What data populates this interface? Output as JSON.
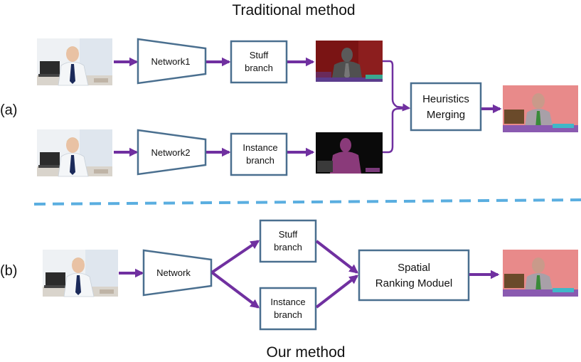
{
  "titles": {
    "traditional": "Traditional method",
    "ours": "Our method"
  },
  "row_labels": {
    "a": "(a)",
    "b": "(b)"
  },
  "traditional": {
    "network1": "Network1",
    "network2": "Network2",
    "stuff_branch": [
      "Stuff",
      "branch"
    ],
    "instance_branch": [
      "Instance",
      "branch"
    ],
    "merging": [
      "Heuristics",
      "Merging"
    ]
  },
  "ours": {
    "network": "Network",
    "stuff_branch": [
      "Stuff",
      "branch"
    ],
    "instance_branch": [
      "Instance",
      "branch"
    ],
    "ranking": [
      "Spatial",
      "Ranking Moduel"
    ]
  },
  "colors": {
    "arrow": "#7030a0",
    "box_border": "#4a6f8f",
    "divider": "#5aaee0",
    "segmentation_bg": "#e88a8a",
    "stuff_map": "#7a1414",
    "instance_map": "#8a3a7a"
  },
  "icons": [
    "person-photo-icon",
    "stuff-segmentation-icon",
    "instance-segmentation-icon",
    "panoptic-result-icon"
  ]
}
